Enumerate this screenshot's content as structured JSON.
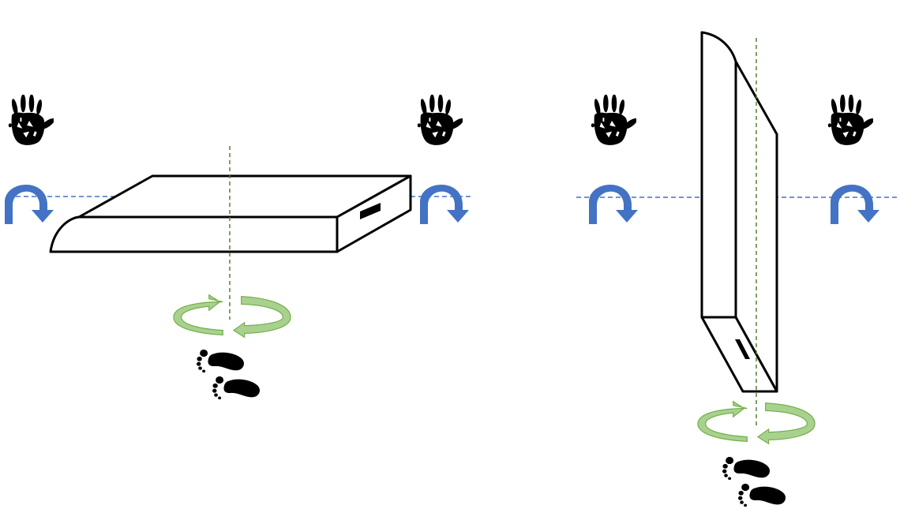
{
  "colors": {
    "outline": "#000000",
    "vertical_axis": "#548235",
    "horizontal_axis": "#4472c4",
    "roll_arrow": "#4472c4",
    "yaw_arrow_fill": "#a9d18e",
    "yaw_arrow_stroke": "#70ad47",
    "print": "#000000"
  },
  "panels": [
    {
      "orientation": "horizontal",
      "icons": [
        "hand-icon",
        "hand-icon",
        "footprints-icon"
      ],
      "arrows": [
        "roll-arrow",
        "roll-arrow",
        "yaw-arrow"
      ]
    },
    {
      "orientation": "vertical",
      "icons": [
        "hand-icon",
        "hand-icon",
        "footprints-icon"
      ],
      "arrows": [
        "roll-arrow",
        "roll-arrow",
        "yaw-arrow"
      ]
    }
  ]
}
